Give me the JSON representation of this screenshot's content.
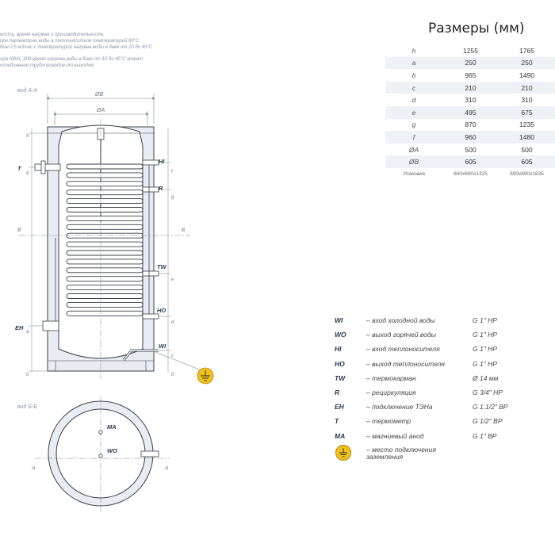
{
  "notes": [
    "ность, время нагрева и производительность",
    "при параметрах воды в теплоносителя температурой 80°C",
    "бом 2,5 м3/час с температурой нагрева воды в баке от 10 до 45°C",
    "",
    "ора RBXL 300 время нагрева воды в баке от 10 до 45°C может",
    "осоединение трубопроводов от выходом"
  ],
  "drawing": {
    "view_aa": "вид А-А",
    "view_bb": "вид Б-Б",
    "dims": {
      "oB": "ØB",
      "oA": "ØA"
    },
    "labels": {
      "T": "T",
      "EH": "EH",
      "HI": "HI",
      "R": "R",
      "TW": "TW",
      "HO": "HO",
      "WI": "WI",
      "MA": "MA",
      "WO": "WO"
    },
    "section_b": "B",
    "section_a": "A",
    "letters": {
      "h": "h",
      "b": "b",
      "a": "a",
      "zero": "0",
      "f": "f",
      "g": "g",
      "e": "e",
      "d": "d",
      "c": "c"
    }
  },
  "dimensions": {
    "title": "Размеры (мм)",
    "rows": [
      {
        "param": "h",
        "v1": "1255",
        "v2": "1765"
      },
      {
        "param": "a",
        "v1": "250",
        "v2": "250"
      },
      {
        "param": "b",
        "v1": "965",
        "v2": "1490"
      },
      {
        "param": "c",
        "v1": "210",
        "v2": "210"
      },
      {
        "param": "d",
        "v1": "310",
        "v2": "310"
      },
      {
        "param": "e",
        "v1": "495",
        "v2": "675"
      },
      {
        "param": "g",
        "v1": "870",
        "v2": "1235"
      },
      {
        "param": "f",
        "v1": "960",
        "v2": "1480"
      },
      {
        "param": "ØA",
        "v1": "500",
        "v2": "500"
      },
      {
        "param": "ØB",
        "v1": "605",
        "v2": "605"
      }
    ],
    "packaging": {
      "param": "Упаковка",
      "v1": "690х690х1325",
      "v2": "690х690х1835"
    }
  },
  "legend": [
    {
      "code": "WI",
      "desc": "– вход холодной воды",
      "size": "G 1\" НР"
    },
    {
      "code": "WO",
      "desc": "– выход горячей воды",
      "size": "G 1\" НР"
    },
    {
      "code": "HI",
      "desc": "– вход теплоносителя",
      "size": "G 1\" НР"
    },
    {
      "code": "HO",
      "desc": "– выход теплоносителя",
      "size": "G 1\" НР"
    },
    {
      "code": "TW",
      "desc": "– термокарман",
      "size": "Ø 14 мм"
    },
    {
      "code": "R",
      "desc": "– рециркуляция",
      "size": "G 3/4\" НР"
    },
    {
      "code": "EH",
      "desc": "– подключение ТЭНа",
      "size": "G 1,1/2\" ВР"
    },
    {
      "code": "T",
      "desc": "– термометр",
      "size": "G 1/2\" ВР"
    },
    {
      "code": "MA",
      "desc": "– магниевый анод",
      "size": "G 1\" ВР"
    }
  ],
  "ground": {
    "desc": "– место подключения заземления",
    "icon": "ground-icon"
  },
  "colors": {
    "tank_fill": "#e9ecf2",
    "stroke": "#3a3f4a",
    "ground": "#f2c21b",
    "dim": "#7a8396"
  }
}
